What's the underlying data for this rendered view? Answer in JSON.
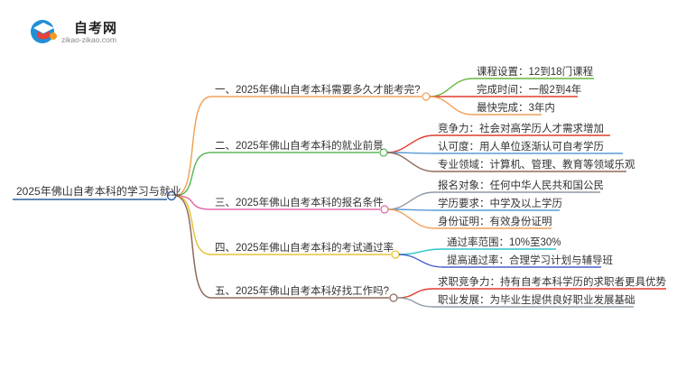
{
  "header": {
    "site_name": "自考网",
    "site_url": "zikao-zikao.com"
  },
  "mindmap": {
    "root": "2025年佛山自考本科的学习与就业",
    "branches": [
      {
        "label": "一、2025年佛山自考本科需要多久才能考完?",
        "color": "#f2a15a",
        "children": [
          "课程设置：12到18门课程",
          "完成时间：一般2到4年",
          "最快完成：3年内"
        ]
      },
      {
        "label": "二、2025年佛山自考本科的就业前景",
        "color": "#5cb85c",
        "children": [
          "竞争力：社会对高学历人才需求增加",
          "认可度：用人单位逐渐认可自考学历",
          "专业领域：计算机、管理、教育等领域乐观"
        ]
      },
      {
        "label": "三、2025年佛山自考本科的报名条件",
        "color": "#e26aa9",
        "children": [
          "报名对象：任何中华人民共和国公民",
          "学历要求：中学及以上学历",
          "身份证明：有效身份证明"
        ]
      },
      {
        "label": "四、2025年佛山自考本科的考试通过率",
        "color": "#e7c33a",
        "children": [
          "通过率范围：10%至30%",
          "提高通过率：合理学习计划与辅导班"
        ]
      },
      {
        "label": "五、2025年佛山自考本科好找工作吗?",
        "color": "#8f6a59",
        "children": [
          "求职竞争力：持有自考本科学历的求职者更具优势",
          "职业发展：为毕业生提供良好职业发展基础"
        ]
      }
    ]
  },
  "colors": {
    "root_line": "#2f5f9f",
    "leaf_colors": [
      [
        "#67b840",
        "#e23b2e",
        "#f2a15a"
      ],
      [
        "#e23b2e",
        "#5b9bd5",
        "#8f6a59"
      ],
      [
        "#8f9aa6",
        "#5b9bd5",
        "#f2a15a"
      ],
      [
        "#2ec4c9",
        "#4a5fc8"
      ],
      [
        "#e23b2e",
        "#8f9aa6"
      ]
    ]
  }
}
